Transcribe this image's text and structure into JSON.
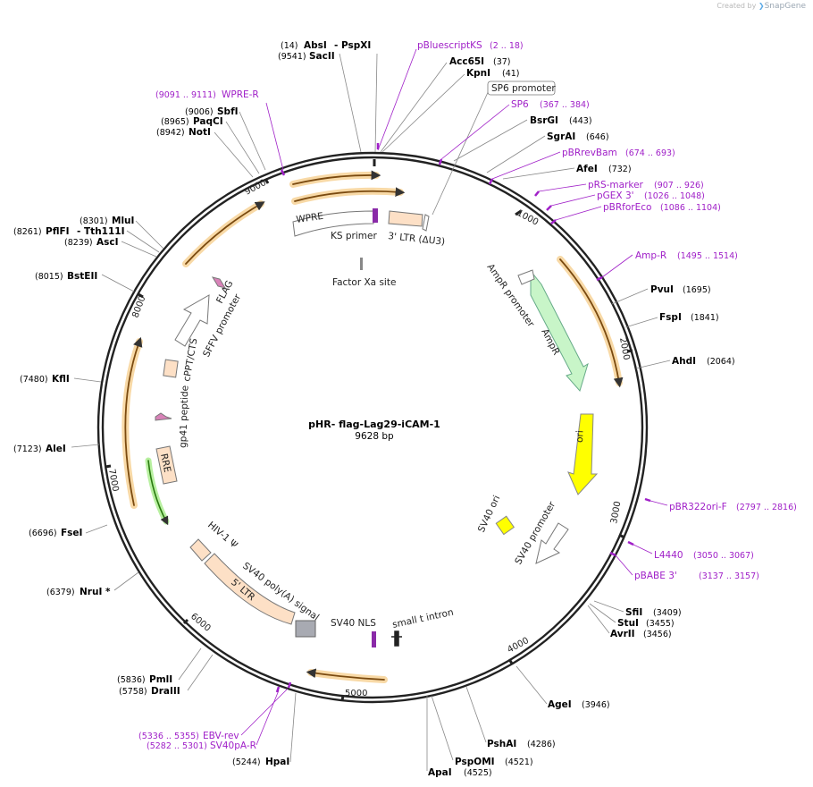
{
  "watermark": {
    "prefix": "Created by",
    "brand": "SnapGene"
  },
  "plasmid": {
    "name": "pHR- flag-Lag29-iCAM-1",
    "length": "9628 bp"
  },
  "colors": {
    "enzyme": "#000000",
    "primer": "#a020c8",
    "orf": "#e9a43a",
    "ampR": "#c8f5c8",
    "ori": "#ffff00",
    "ltr": "#fde0c6"
  },
  "ticks": [
    "1000",
    "2000",
    "3000",
    "4000",
    "5000",
    "6000",
    "7000",
    "8000",
    "9000"
  ],
  "enzymes": [
    {
      "pos": "(14)",
      "name": "AbsI",
      "extra": "- PspXI"
    },
    {
      "pos": "(9541)",
      "name": "SacII"
    },
    {
      "name": "Acc65I",
      "pos": "(37)"
    },
    {
      "name": "KpnI",
      "pos": "(41)"
    },
    {
      "name": "BsrGI",
      "pos": "(443)"
    },
    {
      "name": "SgrAI",
      "pos": "(646)"
    },
    {
      "name": "AfeI",
      "pos": "(732)"
    },
    {
      "name": "PvuI",
      "pos": "(1695)"
    },
    {
      "name": "FspI",
      "pos": "(1841)"
    },
    {
      "name": "AhdI",
      "pos": "(2064)"
    },
    {
      "name": "SfiI",
      "pos": "(3409)"
    },
    {
      "name": "StuI",
      "pos": "(3455)"
    },
    {
      "name": "AvrII",
      "pos": "(3456)"
    },
    {
      "name": "AgeI",
      "pos": "(3946)"
    },
    {
      "name": "PshAI",
      "pos": "(4286)"
    },
    {
      "name": "PspOMI",
      "pos": "(4521)"
    },
    {
      "name": "ApaI",
      "pos": "(4525)"
    },
    {
      "pos": "(5244)",
      "name": "HpaI"
    },
    {
      "pos": "(5836)",
      "name": "PmlI"
    },
    {
      "pos": "(5758)",
      "name": "DraIII"
    },
    {
      "pos": "(6379)",
      "name": "NruI *"
    },
    {
      "pos": "(6696)",
      "name": "FseI"
    },
    {
      "pos": "(7123)",
      "name": "AleI"
    },
    {
      "pos": "(7480)",
      "name": "KflI"
    },
    {
      "pos": "(8015)",
      "name": "BstEII"
    },
    {
      "pos": "(8301)",
      "name": "MluI"
    },
    {
      "pos": "(8261)",
      "name": "PflFI",
      "extra": "- Tth111I"
    },
    {
      "pos": "(8239)",
      "name": "AscI"
    },
    {
      "pos": "(9006)",
      "name": "SbfI"
    },
    {
      "pos": "(8965)",
      "name": "PaqCI"
    },
    {
      "pos": "(8942)",
      "name": "NotI"
    }
  ],
  "primers": [
    {
      "name": "pBluescriptKS",
      "range": "(2 .. 18)"
    },
    {
      "name": "SP6",
      "range": "(367 .. 384)"
    },
    {
      "name": "pBRrevBam",
      "range": "(674 .. 693)"
    },
    {
      "name": "pRS-marker",
      "range": "(907 .. 926)"
    },
    {
      "name": "pGEX 3'",
      "range": "(1026 .. 1048)"
    },
    {
      "name": "pBRforEco",
      "range": "(1086 .. 1104)"
    },
    {
      "name": "Amp-R",
      "range": "(1495 .. 1514)"
    },
    {
      "name": "pBR322ori-F",
      "range": "(2797 .. 2816)"
    },
    {
      "name": "L4440",
      "range": "(3050 .. 3067)"
    },
    {
      "name": "pBABE 3'",
      "range": "(3137 .. 3157)"
    },
    {
      "name": "EBV-rev",
      "range": "(5336 .. 5355)"
    },
    {
      "name": "SV40pA-R",
      "range": "(5282 .. 5301)"
    },
    {
      "name": "WPRE-R",
      "range": "(9091 .. 9111)"
    }
  ],
  "promoter_box": "SP6 promoter",
  "features": {
    "wpre": "WPRE",
    "ks_primer": "KS primer",
    "ltr3_top": "3' LTR (ΔU3)",
    "factor_xa": "Factor Xa site",
    "flag": "FLAG",
    "sffv": "SFFV promoter",
    "cppt": "cPPT/CTS",
    "gp41": "gp41 peptide",
    "rre": "RRE",
    "hiv_psi": "HIV-1 Ψ",
    "ltr5": "5' LTR",
    "sv40_polya": "SV40 poly(A) signal",
    "sv40_nls": "SV40 NLS",
    "small_t": "small t intron",
    "sv40_ori": "SV40 ori",
    "sv40_promoter": "SV40 promoter",
    "ampr_promoter": "AmpR promoter",
    "ampr": "AmpR",
    "ori": "ori"
  }
}
